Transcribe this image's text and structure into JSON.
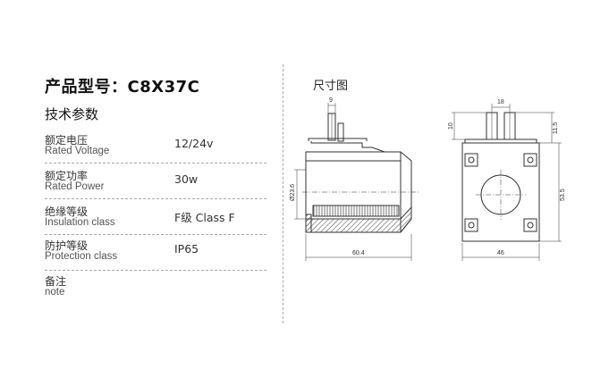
{
  "model": {
    "label": "产品型号：C8X37C"
  },
  "spec": {
    "title": "技术参数",
    "rows": [
      {
        "cn": "额定电压",
        "en": "Rated Voltage",
        "value": "12/24v"
      },
      {
        "cn": "额定功率",
        "en": "Rated Power",
        "value": "30w"
      },
      {
        "cn": "绝缘等级",
        "en": "Insulation class",
        "value": "F级 Class F"
      },
      {
        "cn": "防护等级",
        "en": "Protection class",
        "value": "IP65"
      },
      {
        "cn": "备注",
        "en": "note",
        "value": ""
      }
    ]
  },
  "drawing": {
    "title": "尺寸图",
    "dims": {
      "terminal_width": "9",
      "dia": "Ø23.6",
      "length": "60.4",
      "pin_spacing": "18",
      "pin_height": "10",
      "top_offset": "11.5",
      "height": "53.5",
      "width": "46"
    }
  }
}
